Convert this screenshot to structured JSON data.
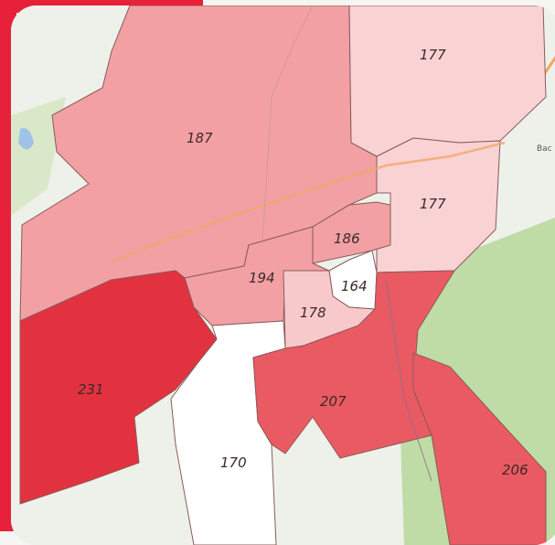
{
  "map": {
    "colors": {
      "district_border": "#8a5a5a",
      "terrain": "#bfdca6",
      "water": "#9fc3e6",
      "road": "#f0a766",
      "level_231": "#e2323f",
      "level_207": "#ea5a62",
      "level_206": "#ea5a62",
      "level_187": "#f2a0a4",
      "level_194": "#f2a0a4",
      "level_186": "#f2a0a4",
      "level_178": "#f8c9cb",
      "level_177": "#f9d2d4",
      "level_170": "#ffffff",
      "level_164": "#ffffff"
    },
    "districts": [
      {
        "id": "nw",
        "value": "187"
      },
      {
        "id": "ne",
        "value": "177"
      },
      {
        "id": "east",
        "value": "177"
      },
      {
        "id": "center-north",
        "value": "186"
      },
      {
        "id": "center",
        "value": "194"
      },
      {
        "id": "center-small",
        "value": "164"
      },
      {
        "id": "center-south",
        "value": "178"
      },
      {
        "id": "west",
        "value": "231"
      },
      {
        "id": "south",
        "value": "207"
      },
      {
        "id": "southeast",
        "value": "206"
      },
      {
        "id": "southwest",
        "value": "170"
      }
    ],
    "place_label": "Bac"
  }
}
